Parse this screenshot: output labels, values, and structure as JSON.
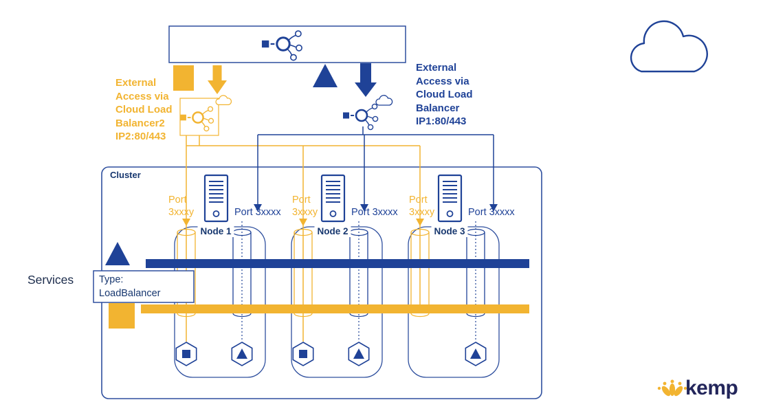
{
  "colors": {
    "blue": "#1F4297",
    "yellow": "#F2B431",
    "outline_blue": "#2E4F9E",
    "navy_text": "#17376F"
  },
  "external_access_left": {
    "lines": [
      "External",
      "Access via",
      "Cloud Load",
      "Balancer2",
      "IP2:80/443"
    ]
  },
  "external_access_right": {
    "lines": [
      "External",
      "Access via",
      "Cloud Load",
      "Balancer",
      "IP1:80/443"
    ]
  },
  "cluster": {
    "label": "Cluster",
    "nodes": [
      {
        "name": "Node 1",
        "port_left": {
          "line1": "Port",
          "line2": "3xxxy"
        },
        "port_right": "Port 3xxxx"
      },
      {
        "name": "Node 2",
        "port_left": {
          "line1": "Port",
          "line2": "3xxxy"
        },
        "port_right": "Port 3xxxx"
      },
      {
        "name": "Node 3",
        "port_left": {
          "line1": "Port",
          "line2": "3xxxy"
        },
        "port_right": "Port 3xxxx"
      }
    ]
  },
  "services": {
    "label": "Services",
    "type_box": {
      "line1": "Type:",
      "line2": "LoadBalancer"
    }
  },
  "logo": {
    "text": "kemp"
  },
  "icons": [
    "load-balancer-icon",
    "cloud-icon",
    "server-icon",
    "pod-hexagon-square",
    "pod-hexagon-triangle",
    "kemp-logo-icon"
  ]
}
